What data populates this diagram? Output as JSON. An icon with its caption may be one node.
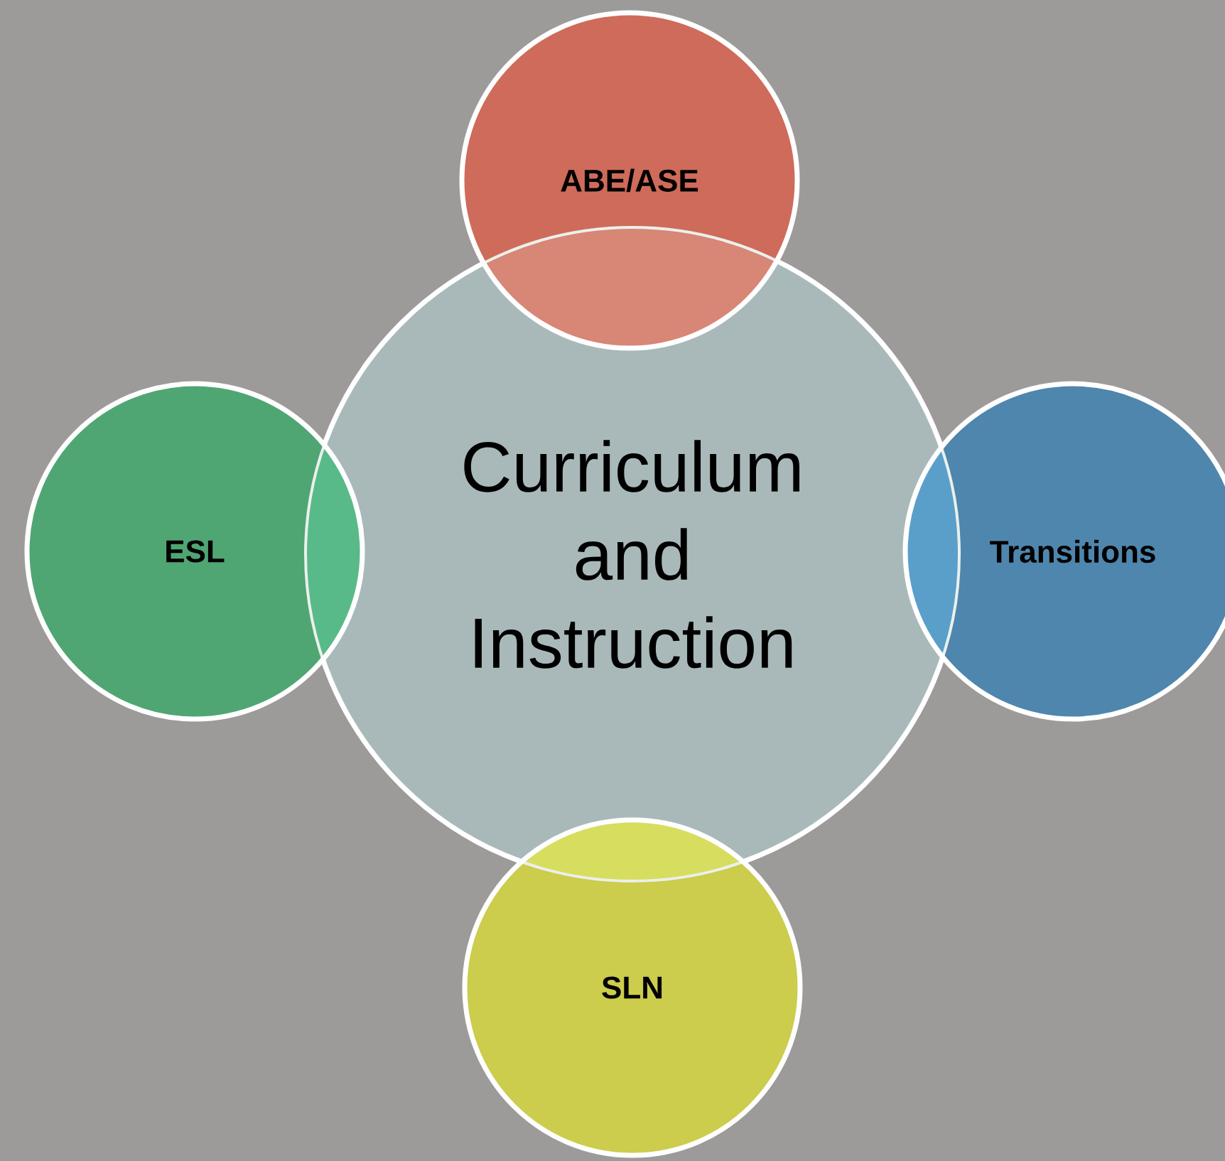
{
  "diagram": {
    "nodes": [
      {
        "text": [
          "Curriculum and Instruction"
        ]
      },
      {
        "text": [
          "ABE/ASE"
        ]
      },
      {
        "text": [
          "ESL"
        ]
      },
      {
        "text": [
          "Transitions"
        ]
      },
      {
        "text": [
          "SLN"
        ]
      }
    ]
  }
}
